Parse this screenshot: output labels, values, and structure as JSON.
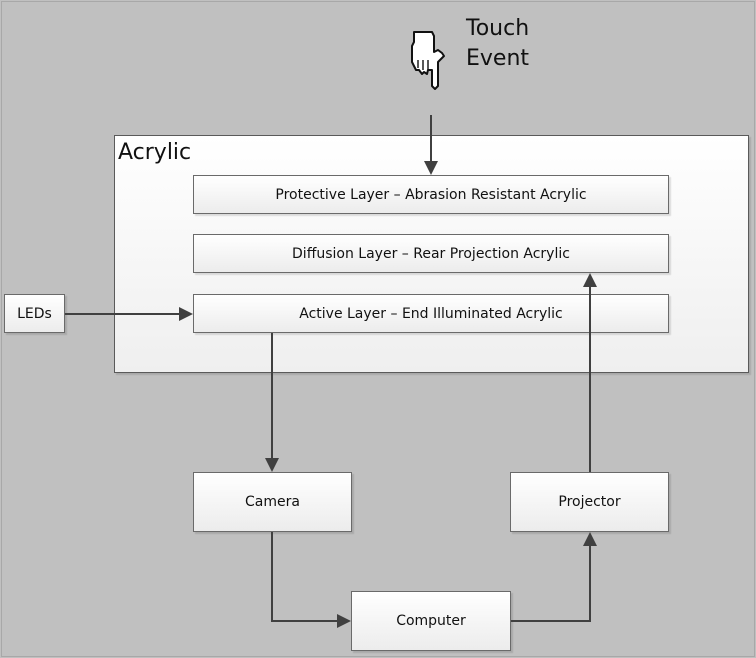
{
  "touch": {
    "line1": "Touch",
    "line2": "Event",
    "icon": "pointing-hand-icon"
  },
  "container": {
    "title": "Acrylic"
  },
  "layers": [
    {
      "label": "Protective Layer – Abrasion Resistant Acrylic"
    },
    {
      "label": "Diffusion Layer – Rear Projection Acrylic"
    },
    {
      "label": "Active Layer – End Illuminated Acrylic"
    }
  ],
  "nodes": {
    "leds": "LEDs",
    "camera": "Camera",
    "projector": "Projector",
    "computer": "Computer"
  },
  "colors": {
    "background": "#c0c0c0",
    "connector": "#404040",
    "box_border": "#6a6a6a"
  }
}
